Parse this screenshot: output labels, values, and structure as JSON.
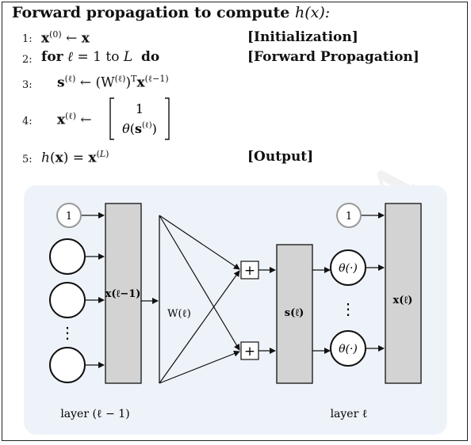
{
  "algorithm": {
    "title_prefix": "Forward propagation to compute ",
    "title_func": "h(x):",
    "lines": [
      {
        "num": "1:",
        "code": "x(0) ← x",
        "tag": "[Initialization]"
      },
      {
        "num": "2:",
        "code": "for ℓ = 1 to L do",
        "tag": "[Forward Propagation]"
      },
      {
        "num": "3:",
        "code": "s(ℓ) ← (W(ℓ))ᵀx(ℓ−1)",
        "tag": ""
      },
      {
        "num": "4:",
        "code": "x(ℓ) ← [1; θ(s(ℓ))]",
        "tag": ""
      },
      {
        "num": "5:",
        "code": "h(x) = x(L)",
        "tag": "[Output]"
      }
    ]
  },
  "diagram": {
    "bias_input_left": "1",
    "bias_input_right": "1",
    "dots_left": "⋮",
    "dots_right": "⋮",
    "x_prev_label": "x(ℓ−1)",
    "weights_label": "W(ℓ)",
    "plus_symbol": "+",
    "s_label": "s(ℓ)",
    "theta_label": "θ(·)",
    "x_cur_label": "x(ℓ)",
    "layer_left_caption": "layer (ℓ − 1)",
    "layer_right_caption": "layer ℓ"
  },
  "colors": {
    "panel_bg": "#eef3fa",
    "block_fill": "#d3d3d3",
    "stroke": "#111111"
  }
}
